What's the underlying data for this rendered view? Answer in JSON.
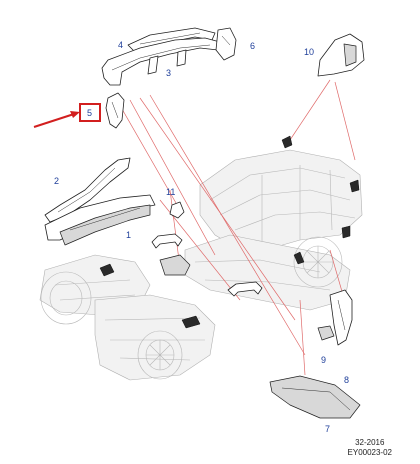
{
  "callouts": [
    {
      "id": "1",
      "label": "1"
    },
    {
      "id": "2",
      "label": "2"
    },
    {
      "id": "3",
      "label": "3"
    },
    {
      "id": "4",
      "label": "4"
    },
    {
      "id": "5",
      "label": "5"
    },
    {
      "id": "6",
      "label": "6"
    },
    {
      "id": "7",
      "label": "7"
    },
    {
      "id": "8",
      "label": "8"
    },
    {
      "id": "9",
      "label": "9"
    },
    {
      "id": "10",
      "label": "10"
    },
    {
      "id": "11",
      "label": "11"
    }
  ],
  "reference": {
    "line1": "32-2016",
    "line2": "EY00023-02"
  },
  "colors": {
    "callout_text": "#1f3f9a",
    "leader_line": "#e06a6a",
    "highlight_box": "#d21f1f"
  }
}
